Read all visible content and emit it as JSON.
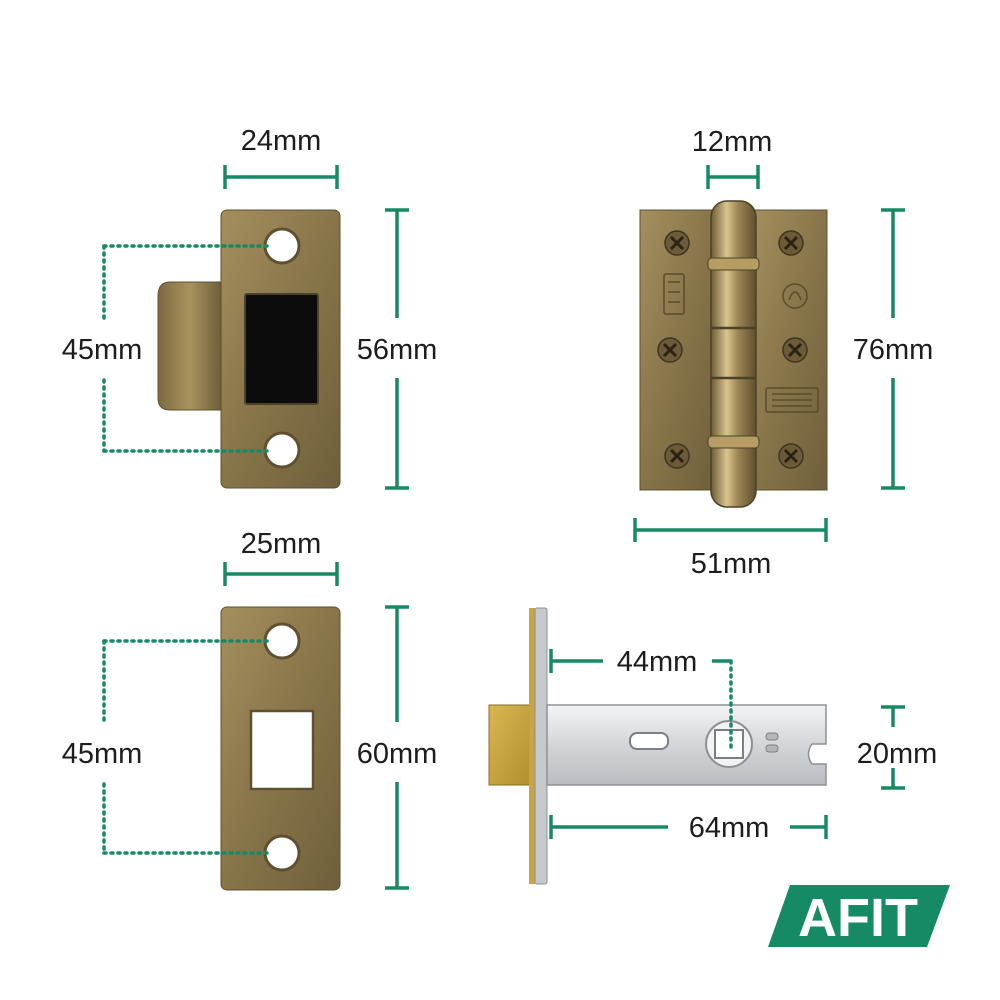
{
  "colors": {
    "accent": "#168a64",
    "brass": "#8c7a4f",
    "steel": "#d9dbdd",
    "text": "#1d1d1d"
  },
  "logo": {
    "text": "AFIT"
  },
  "parts": {
    "tubular_latch_keep": {
      "width_label": "24mm",
      "hole_spacing_label": "45mm",
      "height_label": "56mm"
    },
    "hinge": {
      "knuckle_label": "12mm",
      "height_label": "76mm",
      "width_label": "51mm"
    },
    "flat_striker_plate": {
      "width_label": "25mm",
      "hole_spacing_label": "45mm",
      "height_label": "60mm"
    },
    "tubular_latch": {
      "backset_label": "44mm",
      "case_height_label": "20mm",
      "case_length_label": "64mm"
    }
  }
}
